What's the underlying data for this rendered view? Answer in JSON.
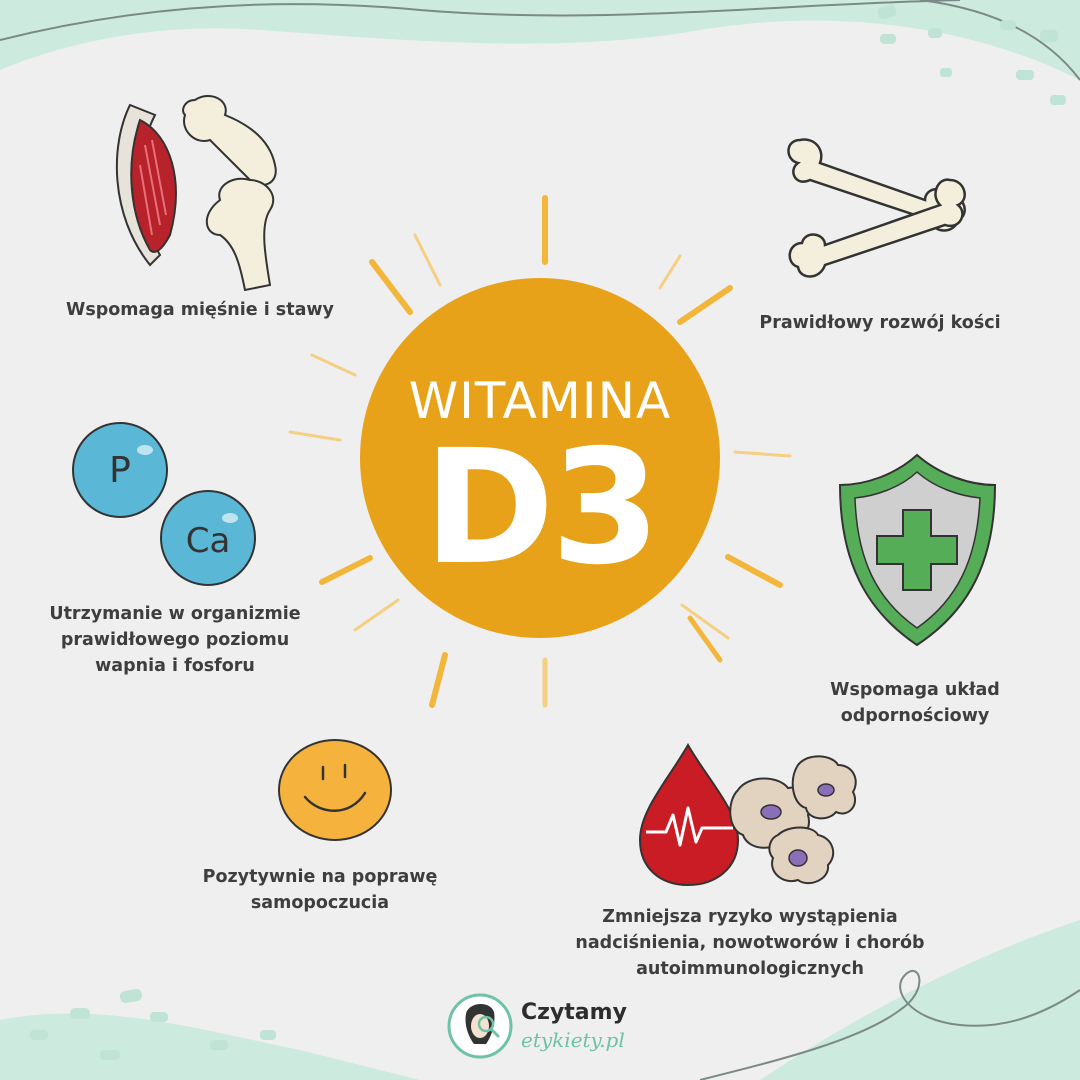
{
  "title": {
    "line1": "WITAMINA",
    "line2": "D3"
  },
  "benefits": {
    "muscles": [
      "Wspomaga mięśnie i stawy"
    ],
    "bones": [
      "Prawidłowy rozwój kości"
    ],
    "minerals": [
      "Utrzymanie w organizmie",
      "prawidłowego poziomu",
      "wapnia i fosforu"
    ],
    "immunity": [
      "Wspomaga układ",
      "odpornościowy"
    ],
    "mood": [
      "Pozytywnie na poprawę",
      "samopoczucia"
    ],
    "blood": [
      "Zmniejsza ryzyko wystąpienia",
      "nadciśnienia, nowotworów i chorób",
      "autoimmunologicznych"
    ]
  },
  "icons": {
    "muscle": "muscle-joint-icon",
    "bone": "bones-icon",
    "phosphorus": "P",
    "calcium": "Ca",
    "shield": "shield-cross-icon",
    "smile": "smiley-icon",
    "blood": "blood-drop-cells-icon"
  },
  "logo": {
    "line1": "Czytamy",
    "line2": "etykiety.pl"
  },
  "colors": {
    "background": "#efefef",
    "sun": "#e8a21a",
    "ray": "#f2b73a",
    "mint": "#cdeadf",
    "text": "#3e3e3e",
    "logo_accent": "#6ec2a5"
  }
}
